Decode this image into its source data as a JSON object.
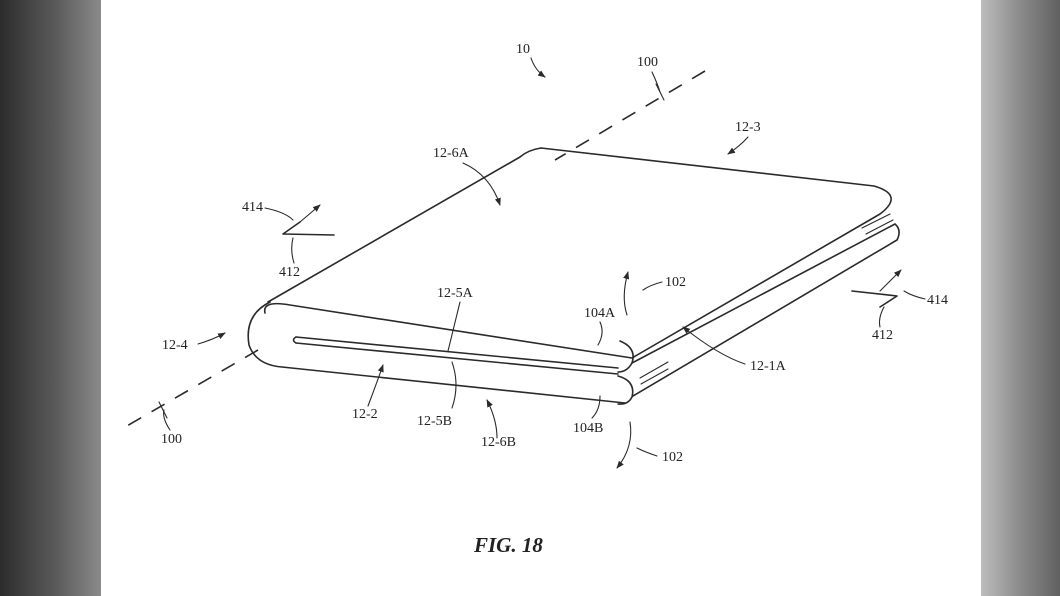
{
  "figure": {
    "caption": "FIG. 18",
    "labels": {
      "device": "10",
      "axis_top": "100",
      "axis_bottom": "100",
      "top_layer_edge": "12-3",
      "top_surface": "12-6A",
      "bottom_surface": "12-6B",
      "bend_left": "12-4",
      "bend_right": "12-1A",
      "face_front": "12-2",
      "gap_top": "12-5A",
      "gap_bottom": "12-5B",
      "layer_top_end": "104A",
      "layer_bottom_end": "104B",
      "rotation_top": "102",
      "rotation_bottom": "102",
      "sensor_left_arrow": "414",
      "sensor_left": "412",
      "sensor_right_arrow": "414",
      "sensor_right": "412"
    }
  }
}
